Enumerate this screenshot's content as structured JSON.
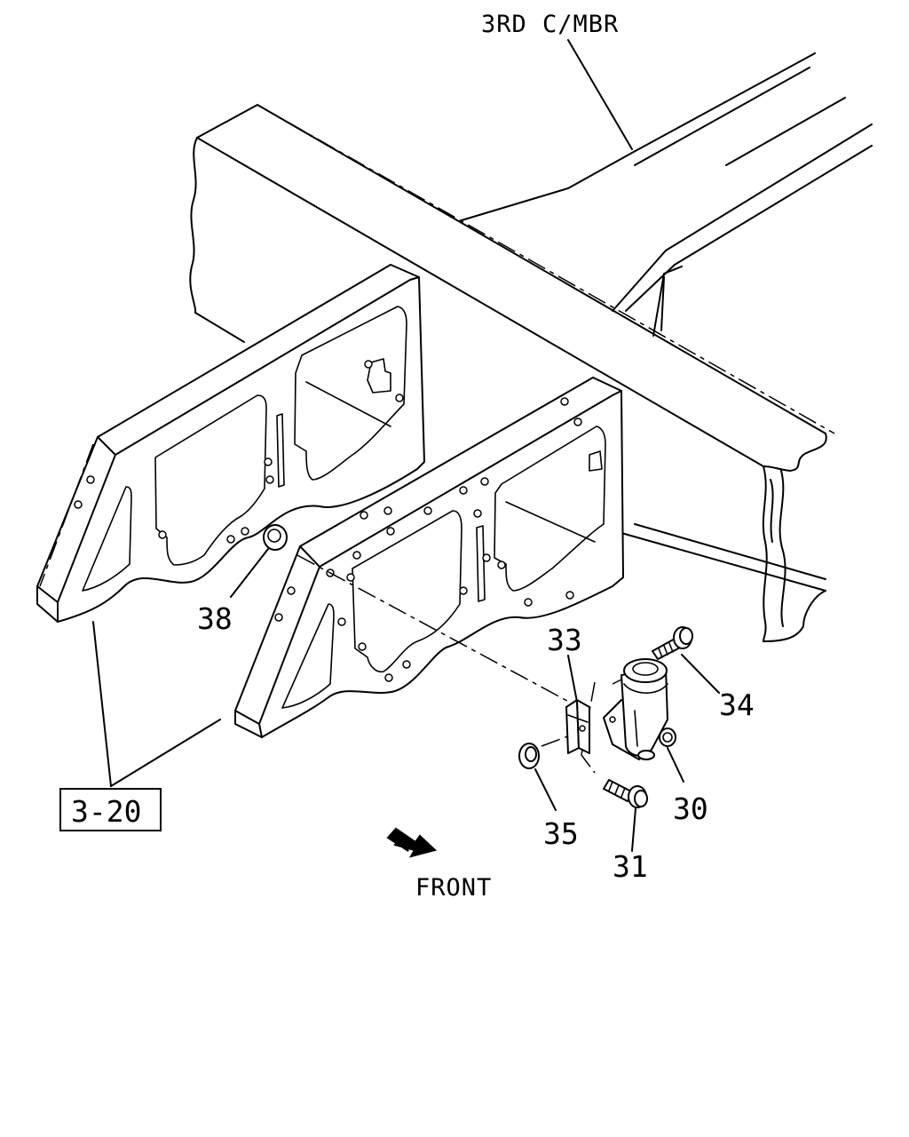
{
  "labels": {
    "crossmember": "3RD C/MBR",
    "ref_box": "3-20",
    "front": "FRONT"
  },
  "callouts": {
    "p30": "30",
    "p31": "31",
    "p33": "33",
    "p34": "34",
    "p35": "35",
    "p38": "38"
  },
  "icons": {
    "front_arrow": "arrow-right-down-icon"
  }
}
